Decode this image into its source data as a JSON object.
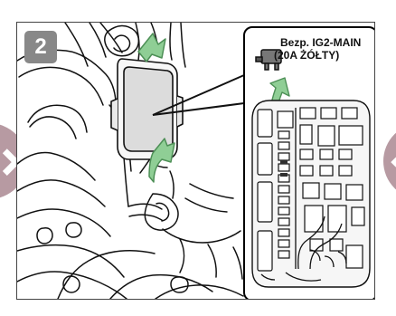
{
  "step": {
    "number": "2"
  },
  "callout": {
    "line1": "Bezp. IG2-MAIN",
    "line2": "(20A ŻÓŁTY)"
  },
  "colors": {
    "arrow_green": "#8fce95",
    "arrow_outline": "#4d8f56",
    "badge": "#888888",
    "nav": "#b79aa2",
    "line": "#111111"
  },
  "icons": [
    "chevron-left-icon",
    "chevron-right-icon",
    "green-arrow-icon",
    "fuse-icon"
  ]
}
